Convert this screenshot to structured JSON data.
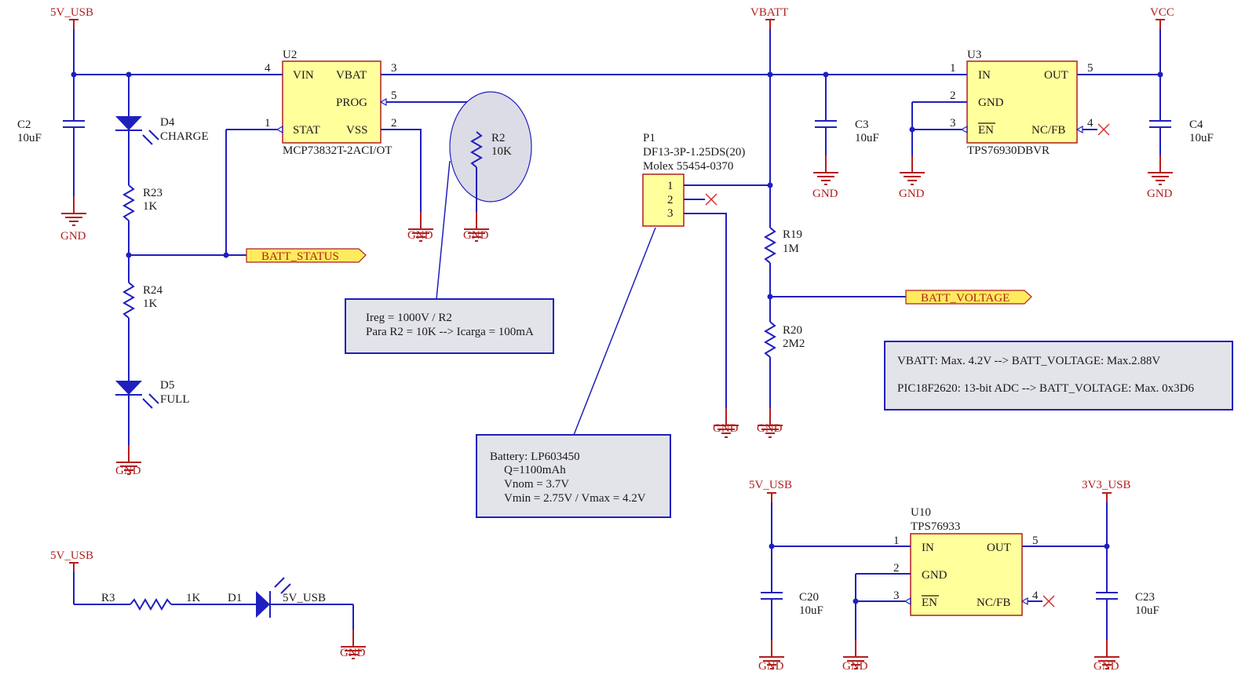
{
  "power": {
    "usb_top": "5V_USB",
    "vbatt": "VBATT",
    "vcc": "VCC",
    "usb_low": "5V_USB",
    "v3v3": "3V3_USB",
    "usb_led": "5V_USB",
    "gnd": "GND"
  },
  "u2": {
    "ref": "U2",
    "part": "MCP73832T-2ACI/OT",
    "pins": {
      "vin": "VIN",
      "vbat": "VBAT",
      "prog": "PROG",
      "stat": "STAT",
      "vss": "VSS"
    },
    "nums": {
      "vin": "4",
      "vbat": "3",
      "prog": "5",
      "stat": "1",
      "vss": "2"
    }
  },
  "u3": {
    "ref": "U3",
    "part": "TPS76930DBVR",
    "pins": {
      "in": "IN",
      "out": "OUT",
      "gnd": "GND",
      "en": "EN",
      "ncfb": "NC/FB"
    },
    "nums": {
      "in": "1",
      "out": "5",
      "gnd": "2",
      "en": "3",
      "ncfb": "4"
    }
  },
  "u10": {
    "ref": "U10",
    "part": "TPS76933",
    "pins": {
      "in": "IN",
      "out": "OUT",
      "gnd": "GND",
      "en": "EN",
      "ncfb": "NC/FB"
    },
    "nums": {
      "in": "1",
      "out": "5",
      "gnd": "2",
      "en": "3",
      "ncfb": "4"
    }
  },
  "p1": {
    "ref": "P1",
    "part": "DF13-3P-1.25DS(20)",
    "mfr": "Molex 55454-0370",
    "pins": [
      "1",
      "2",
      "3"
    ]
  },
  "components": {
    "c2": {
      "ref": "C2",
      "val": "10uF"
    },
    "c3": {
      "ref": "C3",
      "val": "10uF"
    },
    "c4": {
      "ref": "C4",
      "val": "10uF"
    },
    "c20": {
      "ref": "C20",
      "val": "10uF"
    },
    "c23": {
      "ref": "C23",
      "val": "10uF"
    },
    "r2": {
      "ref": "R2",
      "val": "10K"
    },
    "r23": {
      "ref": "R23",
      "val": "1K"
    },
    "r24": {
      "ref": "R24",
      "val": "1K"
    },
    "r19": {
      "ref": "R19",
      "val": "1M"
    },
    "r20": {
      "ref": "R20",
      "val": "2M2"
    },
    "r3": {
      "ref": "R3",
      "val": "1K"
    },
    "d4": {
      "ref": "D4",
      "val": "CHARGE"
    },
    "d5": {
      "ref": "D5",
      "val": "FULL"
    },
    "d1": {
      "ref": "D1"
    }
  },
  "nets": {
    "batt_status": "BATT_STATUS",
    "batt_voltage": "BATT_VOLTAGE"
  },
  "notes": {
    "ireg": [
      "Ireg = 1000V / R2",
      "Para R2 = 10K --> Icarga = 100mA"
    ],
    "battery": [
      "Battery: LP603450",
      "Q=1100mAh",
      "Vnom = 3.7V",
      "Vmin = 2.75V / Vmax = 4.2V"
    ],
    "adc": [
      "VBATT: Max. 4.2V --> BATT_VOLTAGE: Max.2.88V",
      "PIC18F2620: 13-bit ADC --> BATT_VOLTAGE: Max. 0x3D6"
    ]
  }
}
